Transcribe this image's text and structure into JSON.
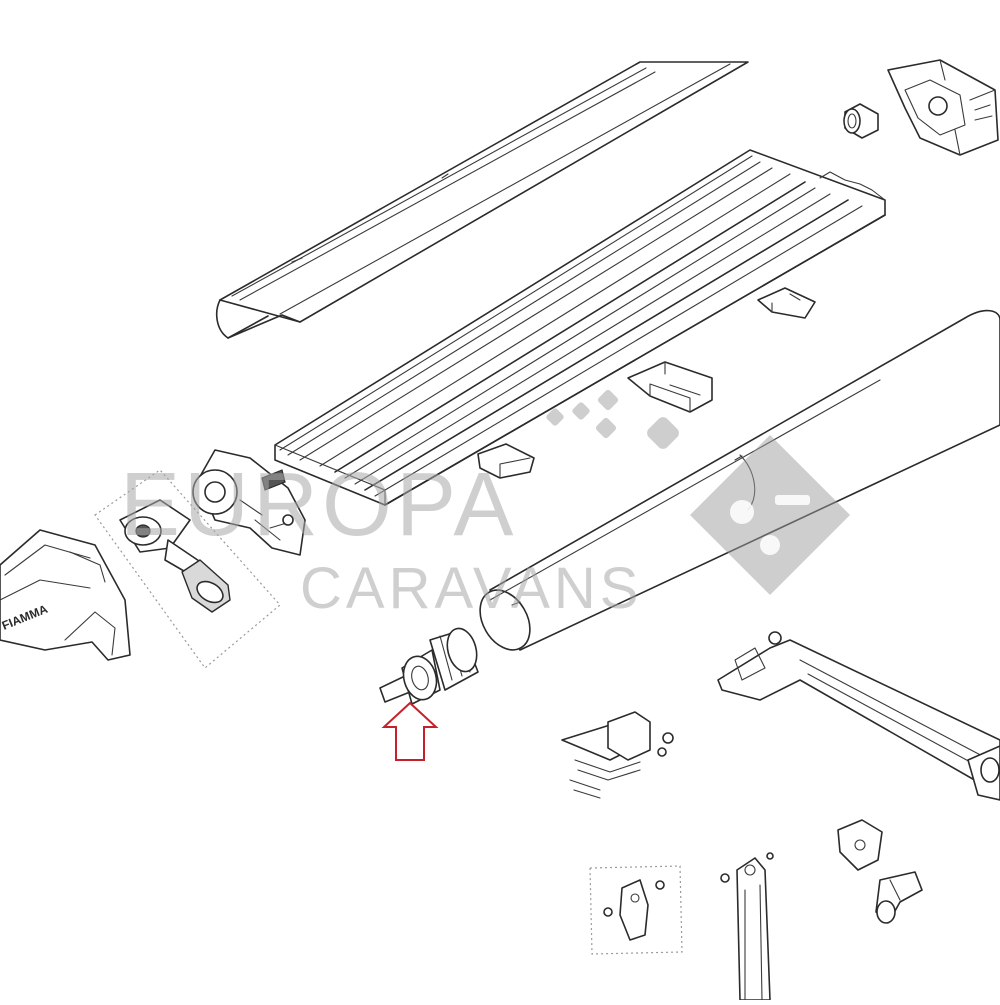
{
  "diagram": {
    "highlight": {
      "indicator": "red-outline-up-arrow",
      "color": "#c8202a",
      "target": "roller-tube-end-plug"
    },
    "line_color": "#2b2b2b"
  },
  "watermark": {
    "brand_line_1": "EUROPA",
    "brand_line_2": "CARAVANS",
    "color": "#9e9e9e",
    "icon": "caravan-logo-icon"
  },
  "side_label": {
    "text": "FIAMMA"
  }
}
